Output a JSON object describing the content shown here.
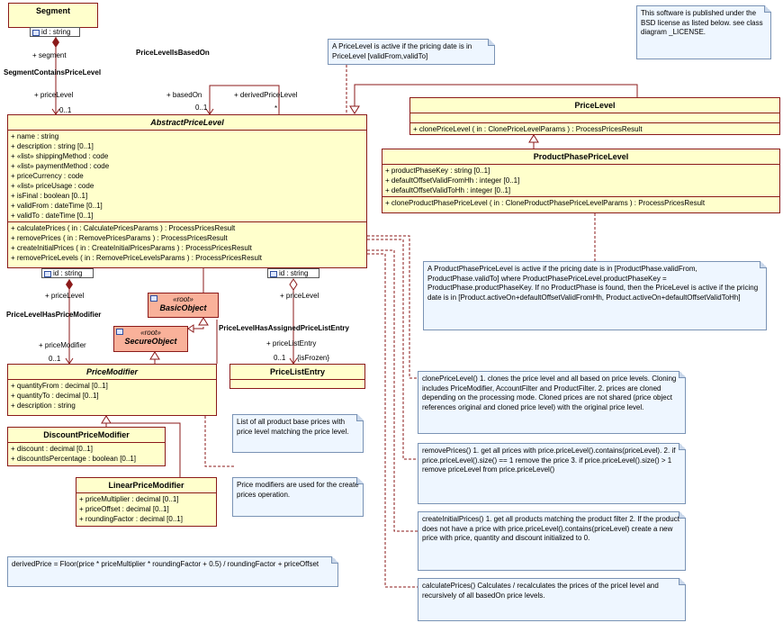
{
  "classes": {
    "segment": {
      "name": "Segment",
      "qualifier": "id : string"
    },
    "abstract_price_level": {
      "name": "AbstractPriceLevel",
      "attributes": [
        "+ name : string",
        "+ description : string [0..1]",
        "+ «list» shippingMethod : code",
        "+ «list» paymentMethod : code",
        "+ priceCurrency : code",
        "+ «list» priceUsage : code",
        "+ isFinal : boolean [0..1]",
        "+ validFrom : dateTime [0..1]",
        "+ validTo : dateTime [0..1]"
      ],
      "operations": [
        "+ calculatePrices ( in : CalculatePricesParams ) : ProcessPricesResult",
        "+ removePrices ( in : RemovePricesParams ) : ProcessPricesResult",
        "+ createInitialPrices ( in : CreateInitialPricesParams ) : ProcessPricesResult",
        "+ removePriceLevels ( in : RemovePriceLevelsParams ) : ProcessPricesResult"
      ],
      "qualifier_left": "id : string",
      "qualifier_right": "id : string"
    },
    "price_level": {
      "name": "PriceLevel",
      "operations": [
        "+ clonePriceLevel ( in : ClonePriceLevelParams ) : ProcessPricesResult"
      ]
    },
    "product_phase_price_level": {
      "name": "ProductPhasePriceLevel",
      "attributes": [
        "+ productPhaseKey : string [0..1]",
        "+ defaultOffsetValidFromHh : integer [0..1]",
        "+ defaultOffsetValidToHh : integer [0..1]"
      ],
      "operations": [
        "+ cloneProductPhasePriceLevel ( in : CloneProductPhasePriceLevelParams ) : ProcessPricesResult"
      ]
    },
    "basic_object": {
      "stereotype": "«root»",
      "name": "BasicObject"
    },
    "secure_object": {
      "stereotype": "«root»",
      "name": "SecureObject"
    },
    "price_modifier": {
      "name": "PriceModifier",
      "attributes": [
        "+ quantityFrom : decimal [0..1]",
        "+ quantityTo : decimal [0..1]",
        "+ description : string"
      ]
    },
    "discount_price_modifier": {
      "name": "DiscountPriceModifier",
      "attributes": [
        "+ discount : decimal [0..1]",
        "+ discountIsPercentage : boolean [0..1]"
      ]
    },
    "linear_price_modifier": {
      "name": "LinearPriceModifier",
      "attributes": [
        "+ priceMultiplier : decimal [0..1]",
        "+ priceOffset : decimal [0..1]",
        "+ roundingFactor : decimal [0..1]"
      ]
    },
    "price_list_entry": {
      "name": "PriceListEntry"
    }
  },
  "associations": {
    "segment_contains": {
      "name": "SegmentContainsPriceLevel",
      "end_a": "+ segment",
      "end_b": "+ priceLevel",
      "mult_b": "0..1"
    },
    "price_level_is_based_on": {
      "name": "PriceLevelIsBasedOn",
      "end_a": "+ basedOn",
      "mult_a": "0..1",
      "end_b": "+ derivedPriceLevel",
      "mult_b": "*"
    },
    "price_level_has_modifier": {
      "name": "PriceLevelHasPriceModifier",
      "end_a": "+ priceLevel",
      "end_b": "+ priceModifier",
      "mult_b": "0..1"
    },
    "price_level_has_entry": {
      "name": "PriceLevelHasAssignedPriceListEntry",
      "end_a": "+ priceLevel",
      "end_b": "+ priceListEntry",
      "mult_b": "0..1",
      "constraint": "{isFrozen}"
    }
  },
  "notes": {
    "license": "This software is published under the BSD license as listed below. see class diagram _LICENSE.",
    "price_level_active": "A PriceLevel is active if the pricing date is in PriceLevel [validFrom,validTo]",
    "product_phase_active": "A ProductPhasePriceLevel is active if the pricing date is in [ProductPhase.validFrom, ProductPhase.validTo] where ProductPhasePriceLevel.productPhaseKey = ProductPhase.productPhaseKey. If no ProductPhase is found, then the PriceLevel is active if the pricing date is in [Product.activeOn+defaultOffsetValidFromHh, Product.activeOn+defaultOffsetValidToHh]",
    "clone": "clonePriceLevel() 1. clones the price level and all based on price levels. Cloning includes PriceModifier, AccountFilter and ProductFilter. 2. prices are cloned depending on the processing mode. Cloned prices are not shared (price object references original and cloned price level) with the original price level.",
    "remove": "removePrices() 1. get all prices with price.priceLevel().contains(priceLevel). 2. if price.priceLevel().size() == 1 remove the price 3. if price.priceLevel().size() > 1 remove priceLevel from price.priceLevel()",
    "create": "createInitialPrices() 1. get all products matching the product filter 2. If the product does not have a price with price.priceLevel().contains(priceLevel) create a new price with price, quantity and discount initialized to 0.",
    "calculate": "calculatePrices() Calculates / recalculates the prices of the pricel level and recursively of all basedOn price levels.",
    "price_list": "List of all product base prices with price level matching the price level.",
    "modifiers": "Price modifiers are used for the create prices operation.",
    "formula": "derivedPrice = Floor(price * priceMultiplier * roundingFactor + 0.5) / roundingFactor + priceOffset"
  }
}
